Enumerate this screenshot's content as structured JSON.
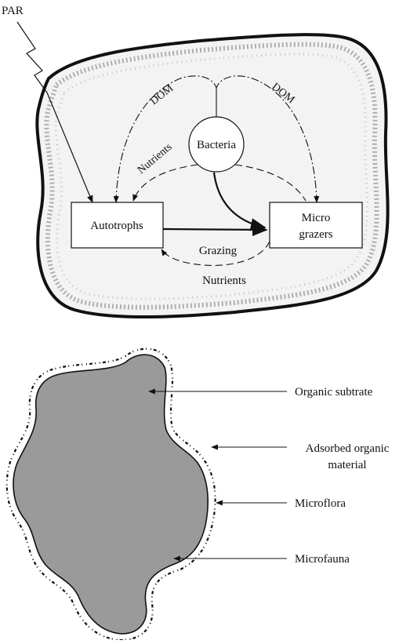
{
  "top_diagram": {
    "par_label": "PAR",
    "dom_left": "DOM",
    "dom_right": "DOM",
    "nutrients_upper": "Nutrients",
    "bacteria": "Bacteria",
    "autotrophs": "Autotrophs",
    "micro_line1": "Micro",
    "micro_line2": "grazers",
    "grazing": "Grazing",
    "nutrients_lower": "Nutrients"
  },
  "bottom_diagram": {
    "organic_substrate": "Organic subtrate",
    "adsorbed_line1": "Adsorbed organic",
    "adsorbed_line2": "material",
    "microflora": "Microflora",
    "microfauna": "Microfauna"
  },
  "colors": {
    "substrate_fill": "#9a9a9a",
    "ink": "#111111"
  }
}
